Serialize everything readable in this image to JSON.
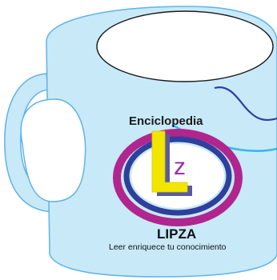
{
  "mug": {
    "header_text": "Enciclopedia",
    "brand_name": "LIPZA",
    "tagline": "Leer enriquece tu conocimiento",
    "logo_letter_z": "z"
  },
  "colors": {
    "mug_body": "#c8e9f8",
    "mug_outline": "#5fb3e6",
    "opening": "#ffffff",
    "wave_dark": "#2e3f9e",
    "wave_light": "#3ab7ea",
    "ring_outer": "#b0268e",
    "ring_middle": "#2f3f9c",
    "letter_l": "#f2e600",
    "letter_l_shadow": "#5a5aa0",
    "letter_z": "#9b2fa0"
  },
  "icons": [
    "lipza-logo-icon",
    "decorative-wave-icon"
  ]
}
